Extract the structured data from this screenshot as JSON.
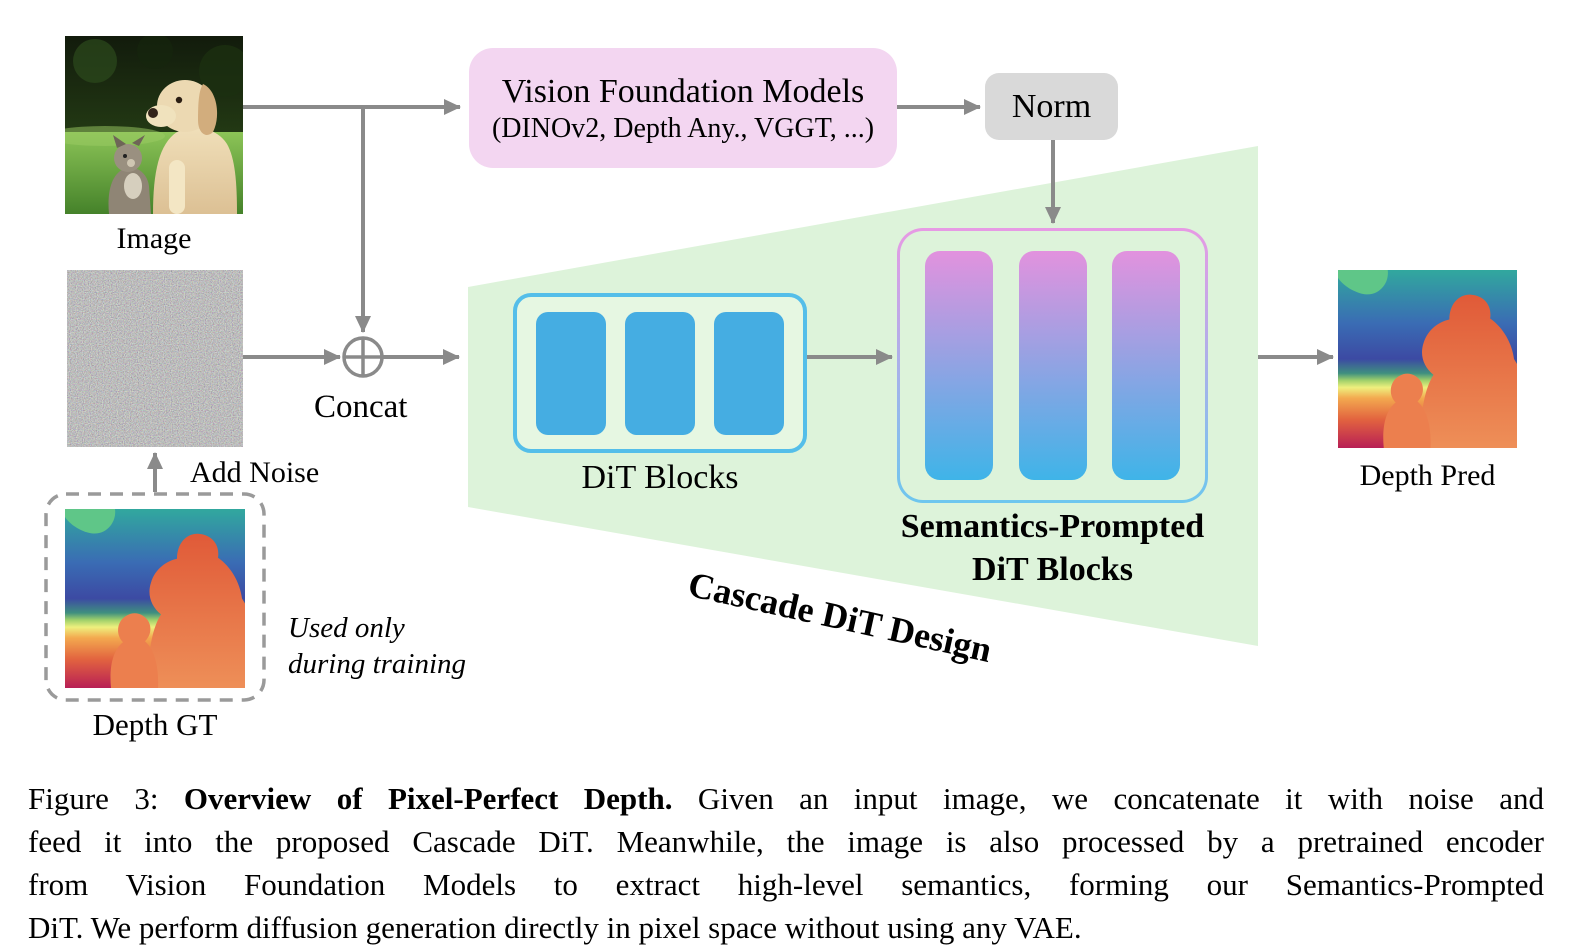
{
  "colors": {
    "arrow": "#8a8a8a",
    "vfm_bg": "#f3d6f1",
    "norm_bg": "#d9d9d9",
    "trapezoid_bg": "#ddf3da",
    "dit_box_bg": "#e6f7e2",
    "dit_border": "#54bee9",
    "dit_bar": "#45ade2",
    "sp_bar_top": "#e292de",
    "sp_bar_bottom": "#3fb4e8",
    "sp_border_top": "#e79ae4",
    "sp_border_bottom": "#6ec6ee"
  },
  "diagram": {
    "image_label": "Image",
    "vfm": {
      "line1": "Vision Foundation Models",
      "line2": "(DINOv2, Depth Any., VGGT, ...)"
    },
    "norm_label": "Norm",
    "concat_label": "Concat",
    "add_noise_label": "Add Noise",
    "depth_gt_label": "Depth GT",
    "training_note": {
      "line1": "Used only",
      "line2": "during training"
    },
    "dit_blocks_label": "DiT Blocks",
    "semantics_prompted": {
      "line1": "Semantics-Prompted",
      "line2": "DiT Blocks"
    },
    "cascade_label": "Cascade DiT Design",
    "depth_pred_label": "Depth Pred"
  },
  "caption": {
    "prefix": "Figure 3: ",
    "bold": "Overview of Pixel-Perfect Depth.",
    "line1_rest": " Given an input image, we concatenate it with noise and",
    "line2": "feed it into the proposed Cascade DiT. Meanwhile, the image is also processed by a pretrained encoder",
    "line3": "from Vision Foundation Models to extract high-level semantics, forming our Semantics-Prompted",
    "line4": "DiT. We perform diffusion generation directly in pixel space without using any VAE."
  }
}
